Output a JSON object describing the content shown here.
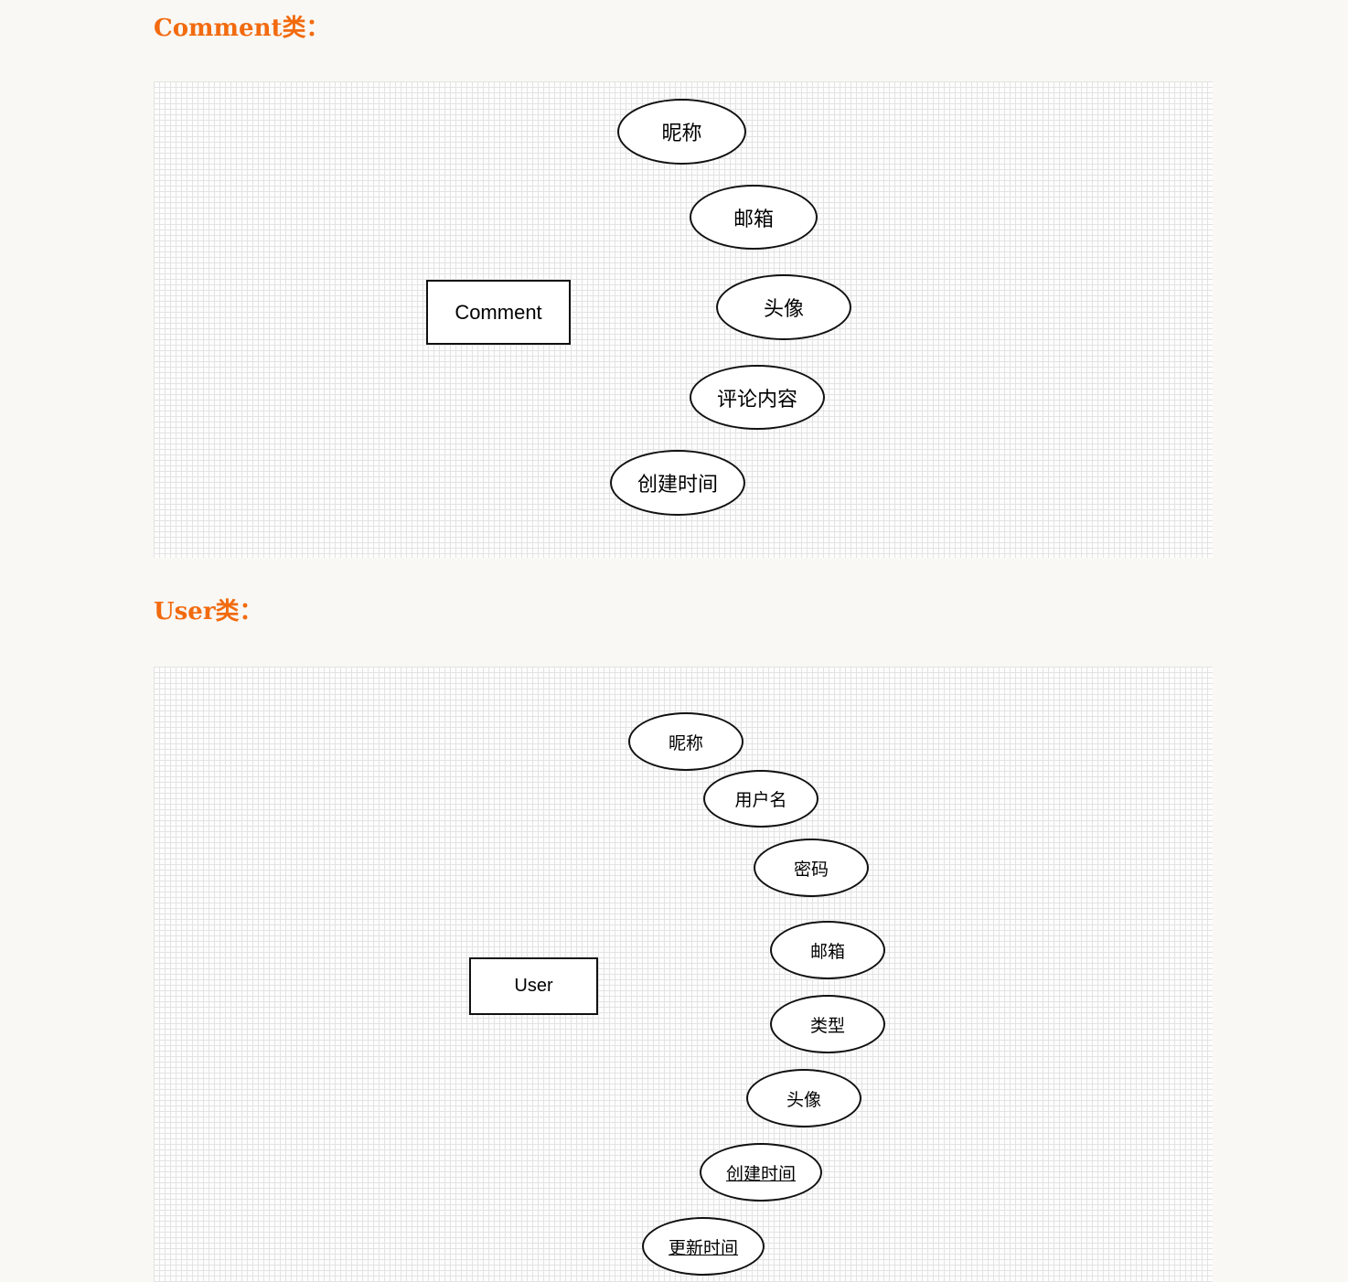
{
  "comment_section": {
    "heading": "Comment类：",
    "entity": "Comment",
    "attributes": [
      "昵称",
      "邮箱",
      "头像",
      "评论内容",
      "创建时间"
    ]
  },
  "user_section": {
    "heading": "User类：",
    "entity": "User",
    "attributes": [
      "昵称",
      "用户名",
      "密码",
      "邮箱",
      "类型",
      "头像",
      "创建时间",
      "更新时间"
    ]
  }
}
